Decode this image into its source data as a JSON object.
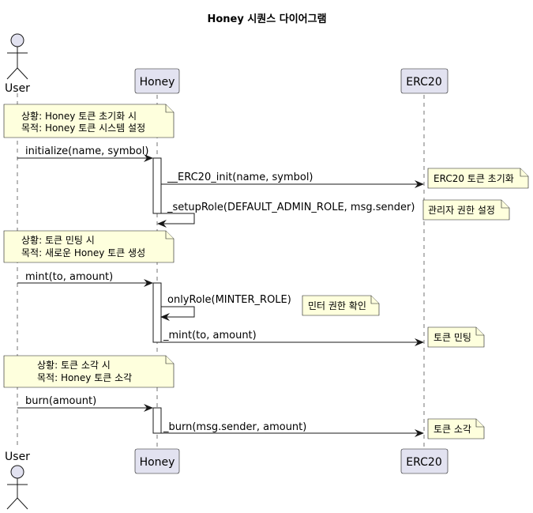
{
  "title": "Honey 시퀀스 다이어그램",
  "participants": {
    "user": "User",
    "honey": "Honey",
    "erc20": "ERC20"
  },
  "groups": [
    {
      "note_lines": [
        "상황: Honey 토큰 초기화 시",
        "목적: Honey 토큰 시스템 설정"
      ],
      "messages": [
        "initialize(name, symbol)",
        "__ERC20_init(name, symbol)",
        "_setupRole(DEFAULT_ADMIN_ROLE, msg.sender)"
      ],
      "side_notes": [
        "ERC20 토큰 초기화",
        "관리자 권한 설정"
      ]
    },
    {
      "note_lines": [
        "상황: 토큰 민팅 시",
        "목적: 새로운 Honey 토큰 생성"
      ],
      "messages": [
        "mint(to, amount)",
        "onlyRole(MINTER_ROLE)",
        "_mint(to, amount)"
      ],
      "side_notes": [
        "민터 권한 확인",
        "토큰 민팅"
      ]
    },
    {
      "note_lines": [
        "상황: 토큰 소각 시",
        "목적: Honey 토큰 소각"
      ],
      "messages": [
        "burn(amount)",
        "_burn(msg.sender, amount)"
      ],
      "side_notes": [
        "토큰 소각"
      ]
    }
  ]
}
